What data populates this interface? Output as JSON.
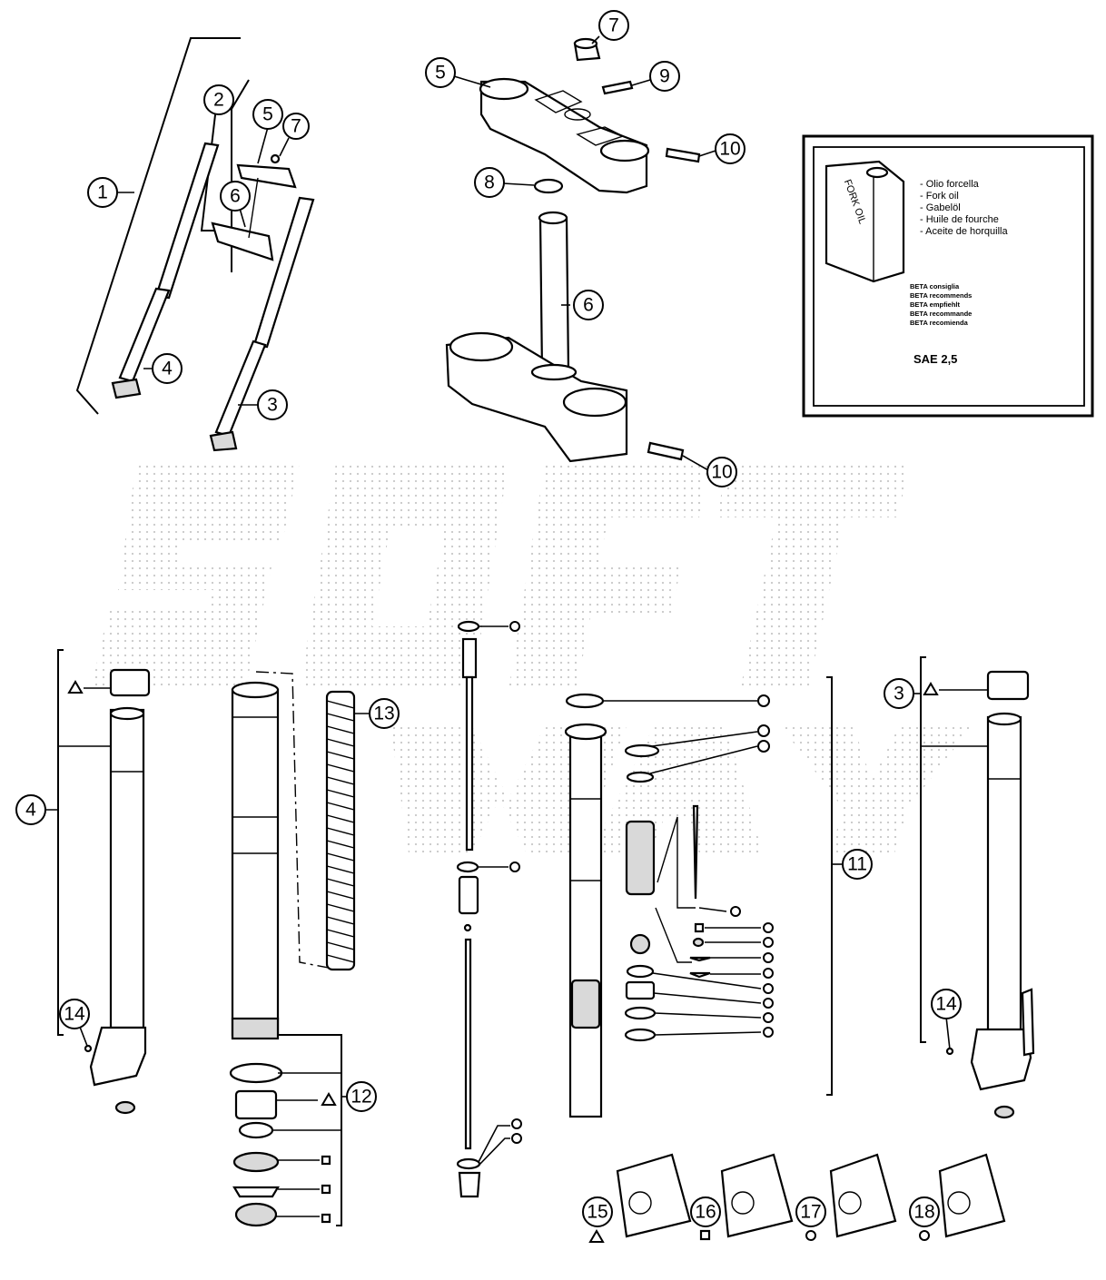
{
  "diagram": {
    "callouts": {
      "c1": "1",
      "c2": "2",
      "c3": "3",
      "c4": "4",
      "c5": "5",
      "c6": "6",
      "c7": "7",
      "c5b": "5",
      "c6b": "6",
      "c7b": "7",
      "c8": "8",
      "c9": "9",
      "c10a": "10",
      "c10b": "10",
      "c3b": "3",
      "c4b": "4",
      "c11": "11",
      "c12": "12",
      "c13": "13",
      "c14a": "14",
      "c14b": "14",
      "c15": "15",
      "c16": "16",
      "c17": "17",
      "c18": "18"
    },
    "oil_box": {
      "can_label": "FORK OIL",
      "lines": [
        "- Olio forcella",
        "- Fork oil",
        "- Gabelöl",
        "- Huile de fourche",
        "- Aceite de horquilla"
      ],
      "recommend": [
        "BETA consiglia",
        "BETA recommends",
        "BETA empfiehlt",
        "BETA recommande",
        "BETA recomienda"
      ],
      "grade": "SAE 2,5"
    },
    "watermark": "SOFT"
  }
}
